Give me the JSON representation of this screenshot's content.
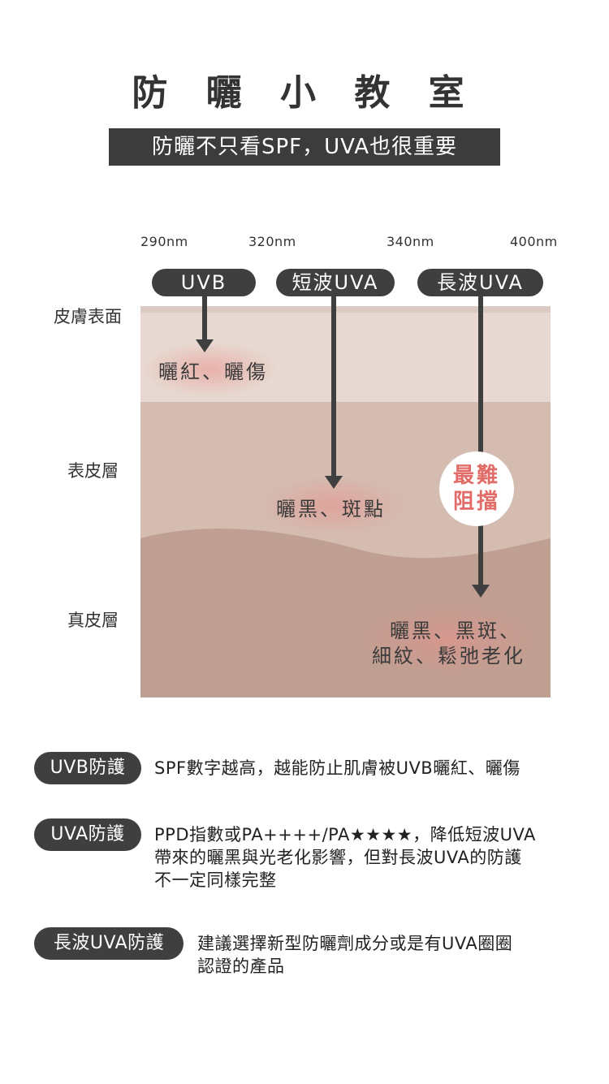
{
  "title": "防 曬 小 教 室",
  "subtitle": "防曬不只看SPF，UVA也很重要",
  "wavelengths": [
    "290nm",
    "320nm",
    "340nm",
    "400nm"
  ],
  "bands": {
    "uvb": "UVB",
    "short_uva": "短波UVA",
    "long_uva": "長波UVA"
  },
  "layers": {
    "surface": "皮膚表面",
    "epidermis": "表皮層",
    "dermis": "真皮層"
  },
  "effects": {
    "uvb": "曬紅、曬傷",
    "short_uva": "曬黑、斑點",
    "long_uva_line1": "曬黑、黑斑、",
    "long_uva_line2": "細紋、鬆弛老化"
  },
  "hardest_block": {
    "line1": "最難",
    "line2": "阻擋"
  },
  "protections": [
    {
      "label": "UVB防護",
      "text_lines": [
        "SPF數字越高，越能防止肌膚被UVB曬紅、曬傷"
      ]
    },
    {
      "label": "UVA防護",
      "text_lines": [
        "PPD指數或PA++++/PA★★★★，降低短波UVA",
        "帶來的曬黑與光老化影響，但對長波UVA的防護",
        "不一定同樣完整"
      ]
    },
    {
      "label": "長波UVA防護",
      "text_lines": [
        "建議選擇新型防曬劑成分或是有UVA圈圈",
        "認證的產品"
      ]
    }
  ],
  "colors": {
    "dark": "#3f3f3f",
    "surface_layer": "#e7d9d1",
    "epidermis_layer": "#d4bcb1",
    "dermis_layer": "#bf9f92",
    "accent_red": "#e26c68"
  }
}
